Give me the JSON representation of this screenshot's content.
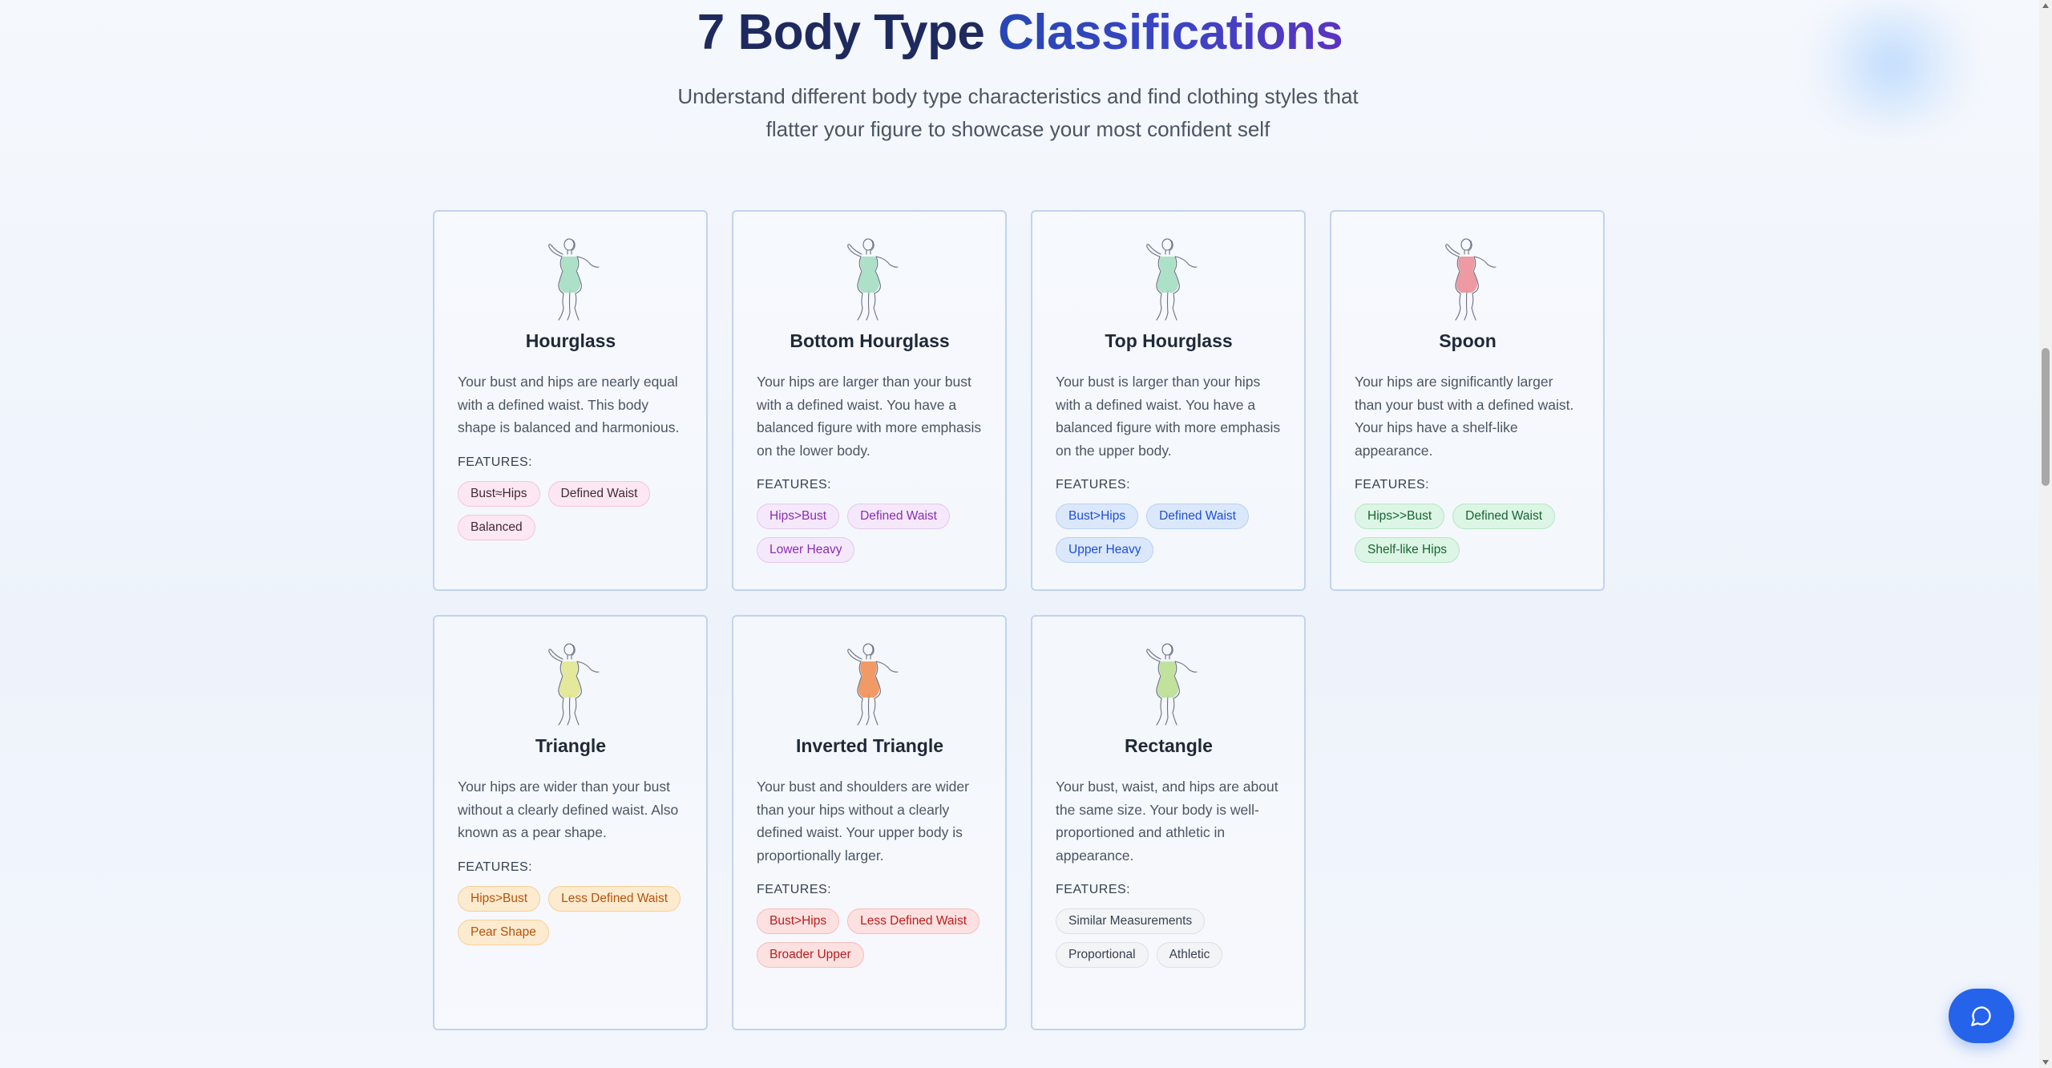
{
  "header": {
    "title_part1": "7 Body Type",
    "title_part2": "Classifications",
    "subtitle": "Understand different body type characteristics and find clothing styles that flatter your figure to showcase your most confident self"
  },
  "features_label": "FEATURES:",
  "cards": [
    {
      "title": "Hourglass",
      "description": "Your bust and hips are nearly equal with a defined waist. This body shape is balanced and harmonious.",
      "body_color": "#9fdcbd",
      "icon": "hourglass-figure-icon",
      "tag_bg": "#fce7f3",
      "tag_border": "#f6c3dc",
      "tag_text": "#3f2a36",
      "tags": [
        "Bust≈Hips",
        "Defined Waist",
        "Balanced"
      ]
    },
    {
      "title": "Bottom Hourglass",
      "description": "Your hips are larger than your bust with a defined waist. You have a balanced figure with more emphasis on the lower body.",
      "body_color": "#9fdcbd",
      "icon": "bottom-hourglass-figure-icon",
      "tag_bg": "#f5e8fb",
      "tag_border": "#e4c6f3",
      "tag_text": "#8b2db0",
      "tags": [
        "Hips>Bust",
        "Defined Waist",
        "Lower Heavy"
      ]
    },
    {
      "title": "Top Hourglass",
      "description": "Your bust is larger than your hips with a defined waist. You have a balanced figure with more emphasis on the upper body.",
      "body_color": "#9fdcbd",
      "icon": "top-hourglass-figure-icon",
      "tag_bg": "#dbe8fb",
      "tag_border": "#b8cff3",
      "tag_text": "#1d4ed8",
      "tags": [
        "Bust>Hips",
        "Defined Waist",
        "Upper Heavy"
      ]
    },
    {
      "title": "Spoon",
      "description": "Your hips are significantly larger than your bust with a defined waist. Your hips have a shelf-like appearance.",
      "body_color": "#ec8a93",
      "icon": "spoon-figure-icon",
      "tag_bg": "#dcf5e4",
      "tag_border": "#b5e6c5",
      "tag_text": "#166534",
      "tags": [
        "Hips>>Bust",
        "Defined Waist",
        "Shelf-like Hips"
      ]
    },
    {
      "title": "Triangle",
      "description": "Your hips are wider than your bust without a clearly defined waist. Also known as a pear shape.",
      "body_color": "#dfe58a",
      "icon": "triangle-figure-icon",
      "tag_bg": "#fdebd0",
      "tag_border": "#f8cf96",
      "tag_text": "#b45309",
      "tags": [
        "Hips>Bust",
        "Less Defined Waist",
        "Pear Shape"
      ]
    },
    {
      "title": "Inverted Triangle",
      "description": "Your bust and shoulders are wider than your hips without a clearly defined waist. Your upper body is proportionally larger.",
      "body_color": "#f08a4b",
      "icon": "inverted-triangle-figure-icon",
      "tag_bg": "#fde1e1",
      "tag_border": "#f6bcbc",
      "tag_text": "#b91c1c",
      "tags": [
        "Bust>Hips",
        "Less Defined Waist",
        "Broader Upper"
      ]
    },
    {
      "title": "Rectangle",
      "description": "Your bust, waist, and hips are about the same size. Your body is well-proportioned and athletic in appearance.",
      "body_color": "#b6de8c",
      "icon": "rectangle-figure-icon",
      "tag_bg": "#f3f4f6",
      "tag_border": "#dcdfe4",
      "tag_text": "#374151",
      "tags": [
        "Similar Measurements",
        "Proportional",
        "Athletic"
      ]
    }
  ],
  "chat_button": {
    "icon": "chat-bubble-icon"
  }
}
